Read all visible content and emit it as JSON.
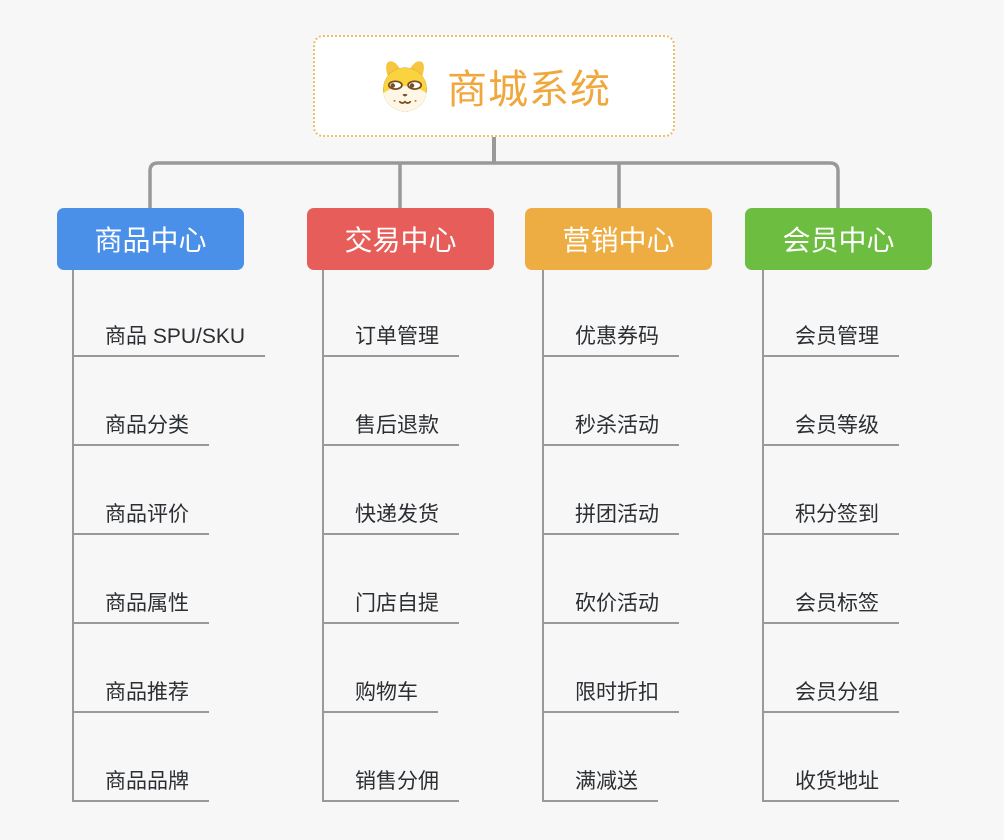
{
  "page": {
    "background_color": "#F7F7F7",
    "connector_color": "#999999",
    "leaf_text_color": "#2B2F33",
    "leaf_underline_color": "#999999"
  },
  "root": {
    "title": "商城系统",
    "icon": "dog-face-icon",
    "text_color": "#F0A73C",
    "border_color": "#ECC06A",
    "background": "#FFFFFF"
  },
  "branches": [
    {
      "label": "商品中心",
      "color": "#4A90E8",
      "children": [
        "商品 SPU/SKU",
        "商品分类",
        "商品评价",
        "商品属性",
        "商品推荐",
        "商品品牌"
      ]
    },
    {
      "label": "交易中心",
      "color": "#E65D5A",
      "children": [
        "订单管理",
        "售后退款",
        "快递发货",
        "门店自提",
        "购物车",
        "销售分佣"
      ]
    },
    {
      "label": "营销中心",
      "color": "#EEAD42",
      "children": [
        "优惠券码",
        "秒杀活动",
        "拼团活动",
        "砍价活动",
        "限时折扣",
        "满减送"
      ]
    },
    {
      "label": "会员中心",
      "color": "#6DBE40",
      "children": [
        "会员管理",
        "会员等级",
        "积分签到",
        "会员标签",
        "会员分组",
        "收货地址"
      ]
    }
  ]
}
